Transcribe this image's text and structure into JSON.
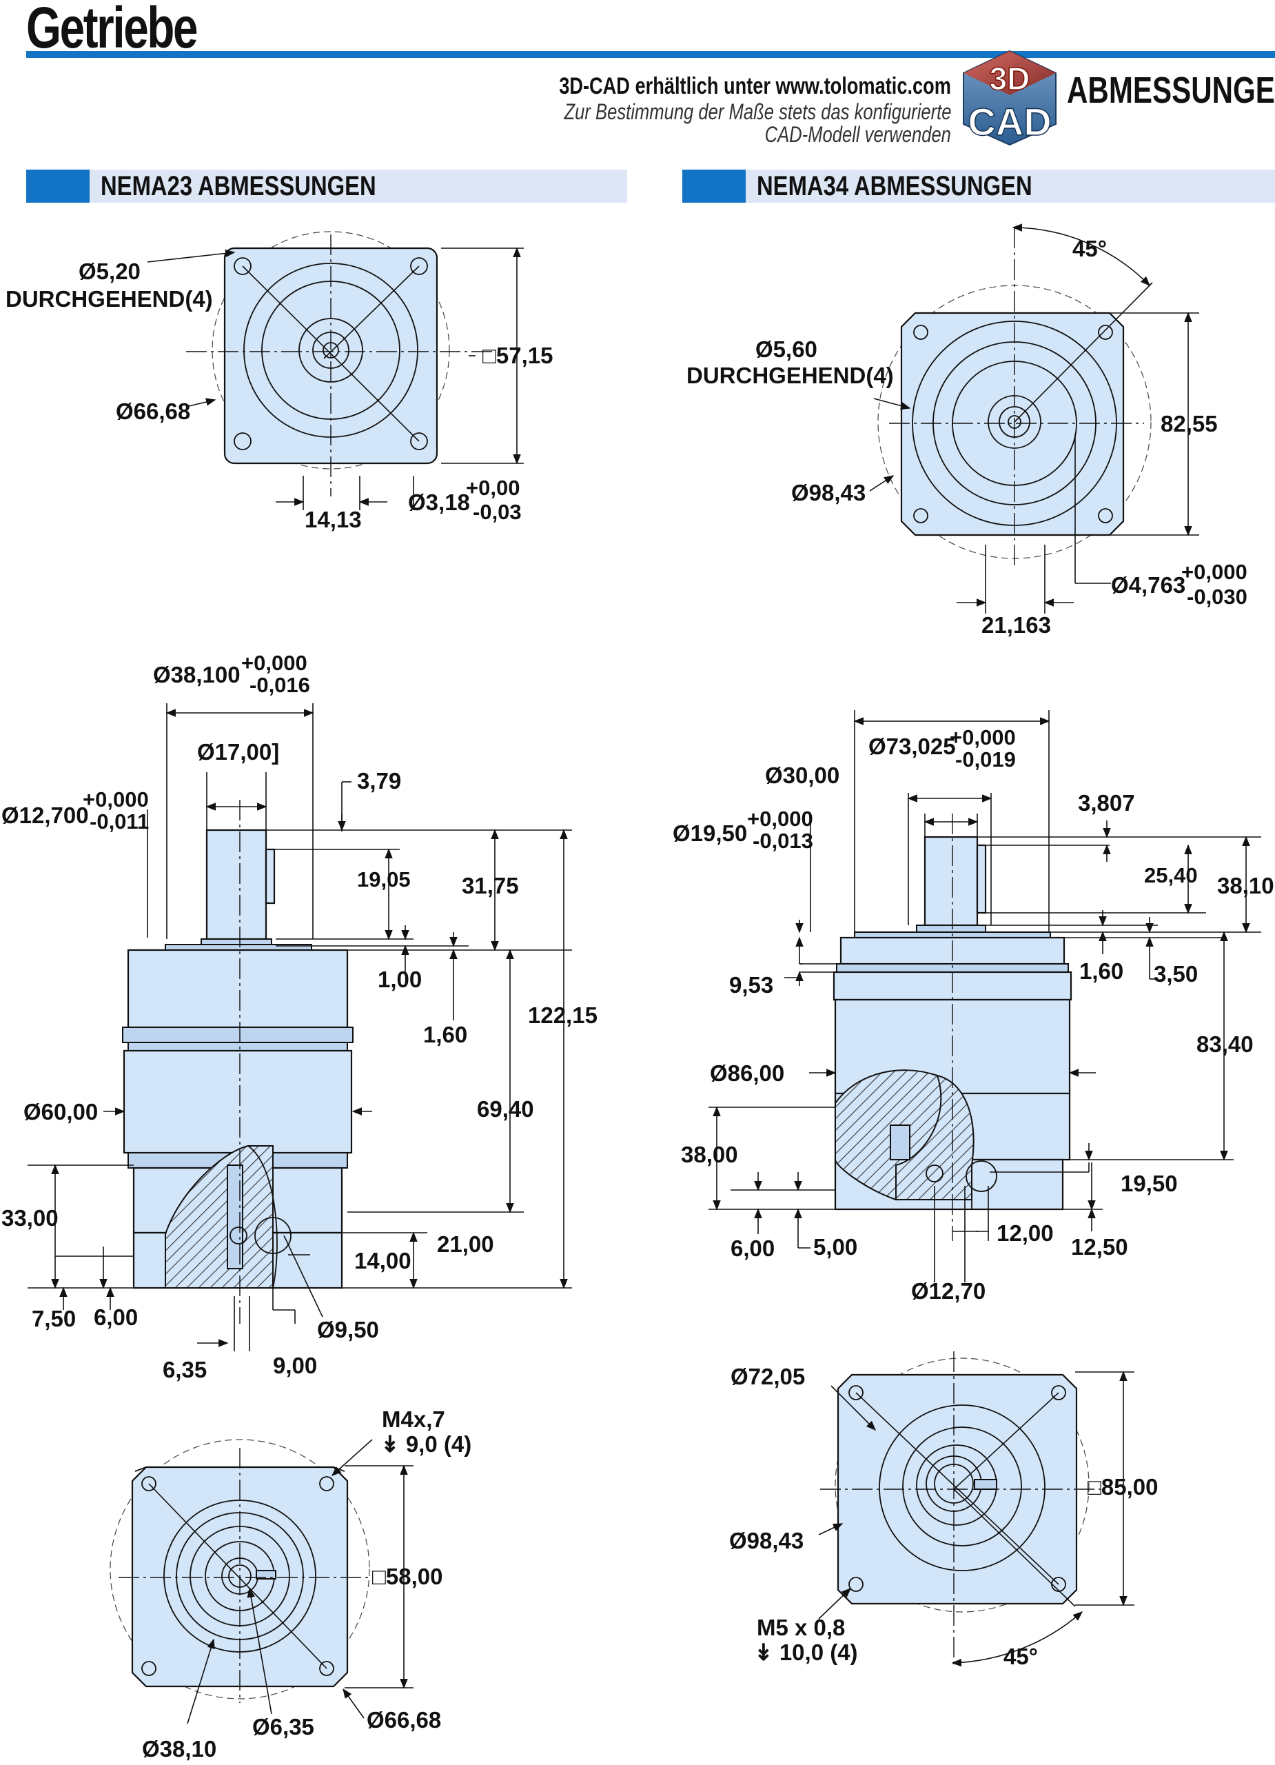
{
  "header": {
    "title": "Getriebe",
    "cad_line1": "3D-CAD erhältlich unter www.tolomatic.com",
    "cad_line2": "Zur Bestimmung der Maße stets das konfigurierte",
    "cad_line3": "CAD-Modell verwenden",
    "cad_logo_top": "3D",
    "cad_logo_bottom": "CAD",
    "section_title": "ABMESSUNGEN"
  },
  "colors": {
    "accent": "#1373c4",
    "part_fill": "#d3e5f8",
    "bar_fill": "#dde6f4"
  },
  "nema23": {
    "title": "NEMA23 ABMESSUNGEN",
    "front": {
      "hole_dia": "Ø5,20",
      "hole_note": "DURCHGEHEND(4)",
      "bolt_circle": "Ø66,68",
      "square": "□57,15",
      "key_width": "14,13",
      "bore": "Ø3,18",
      "bore_tol_plus": "+0,00",
      "bore_tol_minus": "-0,03"
    },
    "side": {
      "pilot_dia": "Ø38,100",
      "pilot_tol_plus": "+0,000",
      "pilot_tol_minus": "-0,016",
      "hub_dia": "Ø17,00]",
      "shaft_dia": "Ø12,700",
      "shaft_tol_plus": "+0,000",
      "shaft_tol_minus": "-0,011",
      "d_3_79": "3,79",
      "d_19_05": "19,05",
      "d_31_75": "31,75",
      "d_1_00": "1,00",
      "d_1_60": "1,60",
      "d_122_15": "122,15",
      "body_dia": "Ø60,00",
      "d_69_40": "69,40",
      "d_33_00": "33,00",
      "d_21_00": "21,00",
      "d_14_00": "14,00",
      "d_7_50": "7,50",
      "d_6_00": "6,00",
      "d_9_50": "Ø9,50",
      "d_6_35": "6,35",
      "d_9_00": "9,00"
    },
    "output": {
      "thread": "M4x,7",
      "thread_depth": "↡ 9,0 (4)",
      "square": "□58,00",
      "d_38_10": "Ø38,10",
      "d_6_35": "Ø6,35",
      "d_66_68": "Ø66,68"
    }
  },
  "nema34": {
    "title": "NEMA34 ABMESSUNGEN",
    "front": {
      "angle": "45°",
      "hole_dia": "Ø5,60",
      "hole_note": "DURCHGEHEND(4)",
      "square": "82,55",
      "bolt_circle": "Ø98,43",
      "bore": "Ø4,763",
      "bore_tol_plus": "+0,000",
      "bore_tol_minus": "-0,030",
      "key_width": "21,163"
    },
    "side": {
      "pilot_dia": "Ø73,025",
      "pilot_tol_plus": "+0,000",
      "pilot_tol_minus": "-0,019",
      "hub_dia": "Ø30,00",
      "d_3_807": "3,807",
      "shaft_dia": "Ø19,50",
      "shaft_tol_plus": "+0,000",
      "shaft_tol_minus": "-0,013",
      "d_25_40": "25,40",
      "d_38_10": "38,10",
      "d_1_60": "1,60",
      "d_3_50": "3,50",
      "d_9_53": "9,53",
      "d_83_40": "83,40",
      "body_dia": "Ø86,00",
      "d_38_00": "38,00",
      "d_19_50": "19,50",
      "d_6_00": "6,00",
      "d_5_00": "5,00",
      "d_12_00": "12,00",
      "d_12_50": "12,50",
      "d_12_70": "Ø12,70"
    },
    "output": {
      "d_72_05": "Ø72,05",
      "square": "□85,00",
      "bolt_circle": "Ø98,43",
      "thread": "M5 x 0,8",
      "thread_depth": "↡ 10,0 (4)",
      "angle": "45°"
    }
  }
}
